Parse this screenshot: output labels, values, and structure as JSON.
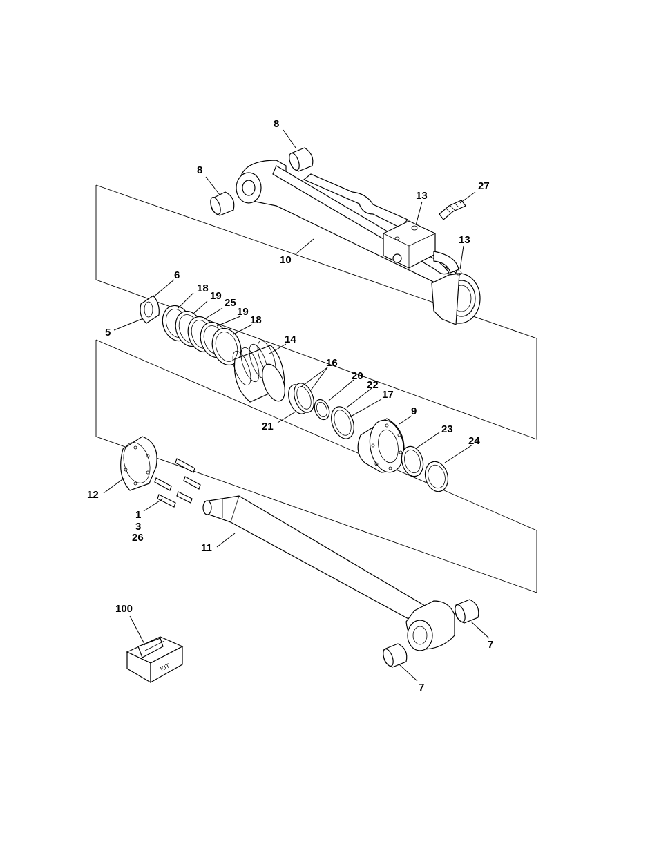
{
  "callouts": {
    "c8a": "8",
    "c8b": "8",
    "c27": "27",
    "c13a": "13",
    "c13b": "13",
    "c10": "10",
    "c6": "6",
    "c5": "5",
    "c18a": "18",
    "c19a": "19",
    "c25": "25",
    "c19b": "19",
    "c18b": "18",
    "c14": "14",
    "c16": "16",
    "c20": "20",
    "c22": "22",
    "c17": "17",
    "c21": "21",
    "c9": "9",
    "c23": "23",
    "c24": "24",
    "c12": "12",
    "c1": "1",
    "c3": "3",
    "c26": "26",
    "c11": "11",
    "c100": "100",
    "c7a": "7",
    "c7b": "7"
  },
  "kit_label": "KIT",
  "icons": [
    "cylinder-barrel-icon",
    "piston-rod-icon",
    "gland-icon",
    "bushing-icon",
    "seal-ring-icon",
    "bolt-icon",
    "kit-box-icon",
    "fitting-icon"
  ]
}
